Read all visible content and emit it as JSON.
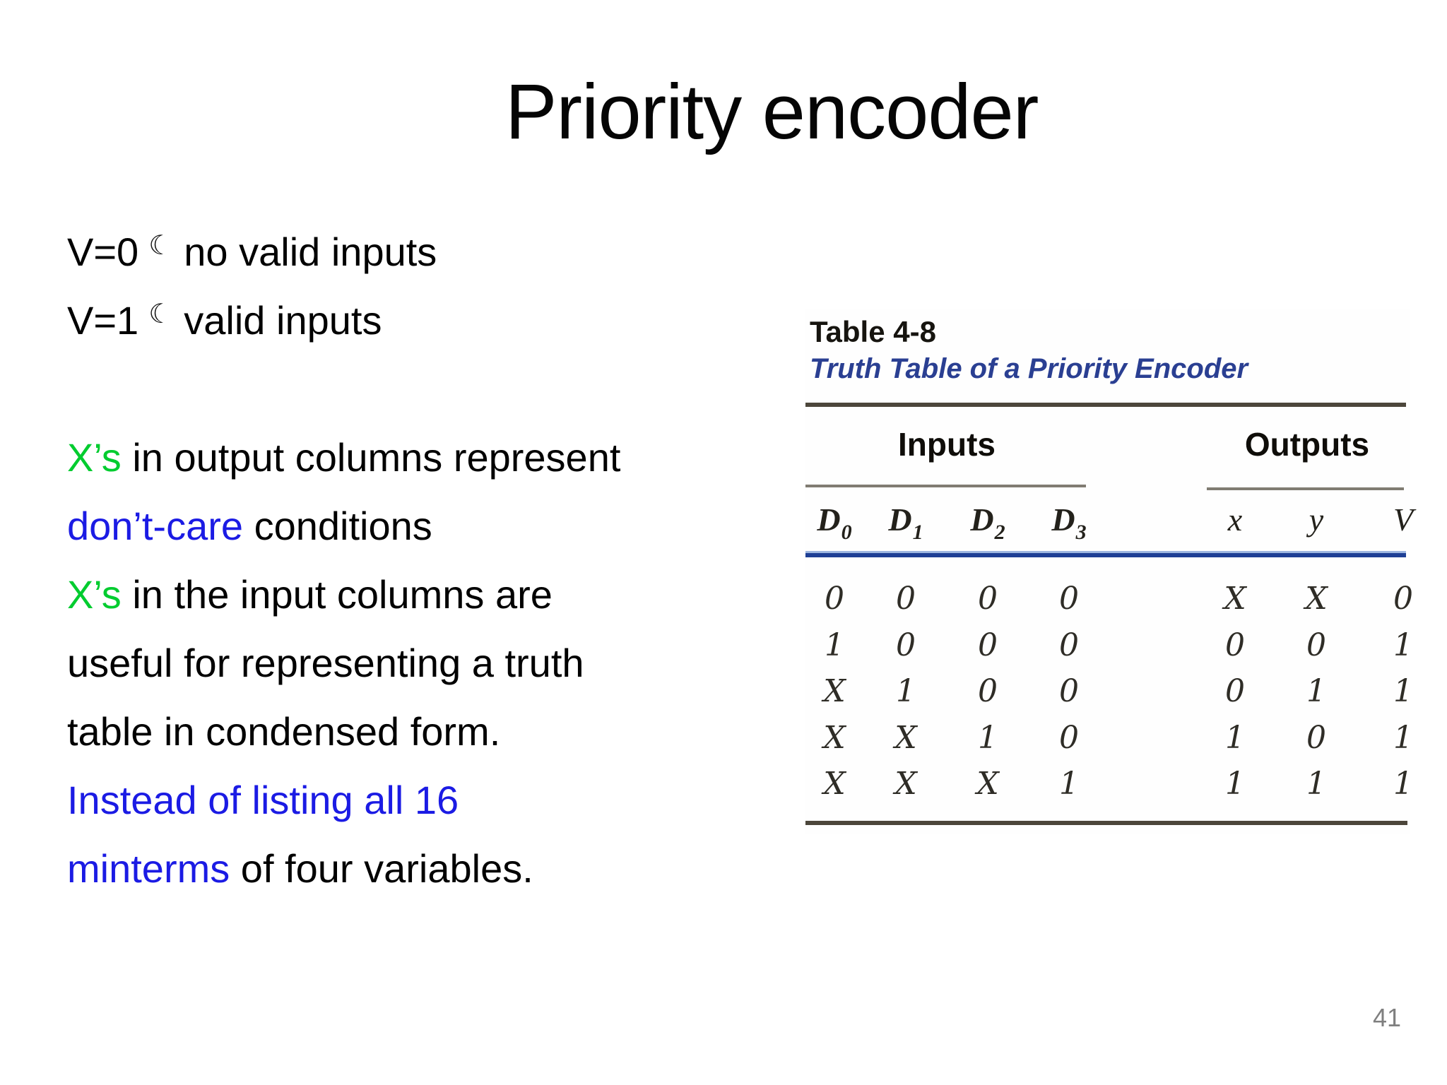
{
  "title": "Priority encoder",
  "page_number": "41",
  "colors": {
    "green": "#00cc2f",
    "blue": "#1b1be4",
    "table_caption_blue": "#2a3f92",
    "table_rule_blue": "#1e3f95"
  },
  "bullets": {
    "moon_icon": "☾",
    "v0_prefix": "V=0",
    "v0_text": "no valid inputs",
    "v1_prefix": "V=1",
    "v1_text": "valid inputs"
  },
  "paragraph": {
    "l1a": "X’s",
    "l1b": " in output columns represent",
    "l2a": "don’t-care",
    "l2b": " conditions",
    "l3a": "X’s",
    "l3b": " in the input columns are",
    "l4": "useful for representing a truth",
    "l5": "table in condensed form.",
    "l6": "Instead of listing all 16",
    "l7a": "minterms",
    "l7b": " of four variables."
  },
  "table": {
    "caption_label": "Table 4-8",
    "caption_title": "Truth Table of a Priority Encoder",
    "group_headers": {
      "inputs": "Inputs",
      "outputs": "Outputs"
    },
    "input_headers": [
      {
        "base": "D",
        "sub": "0"
      },
      {
        "base": "D",
        "sub": "1"
      },
      {
        "base": "D",
        "sub": "2"
      },
      {
        "base": "D",
        "sub": "3"
      }
    ],
    "output_headers": [
      "x",
      "y",
      "V"
    ],
    "rows": [
      [
        "0",
        "0",
        "0",
        "0",
        "X",
        "X",
        "0"
      ],
      [
        "1",
        "0",
        "0",
        "0",
        "0",
        "0",
        "1"
      ],
      [
        "X",
        "1",
        "0",
        "0",
        "0",
        "1",
        "1"
      ],
      [
        "X",
        "X",
        "1",
        "0",
        "1",
        "0",
        "1"
      ],
      [
        "X",
        "X",
        "X",
        "1",
        "1",
        "1",
        "1"
      ]
    ]
  }
}
